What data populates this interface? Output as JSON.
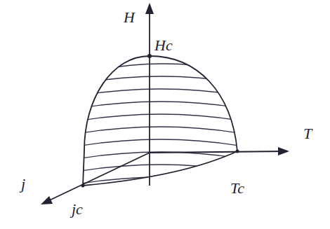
{
  "diagram": {
    "labels": [
      "H",
      "Hc",
      "T",
      "Tc",
      "j",
      "jc"
    ]
  }
}
